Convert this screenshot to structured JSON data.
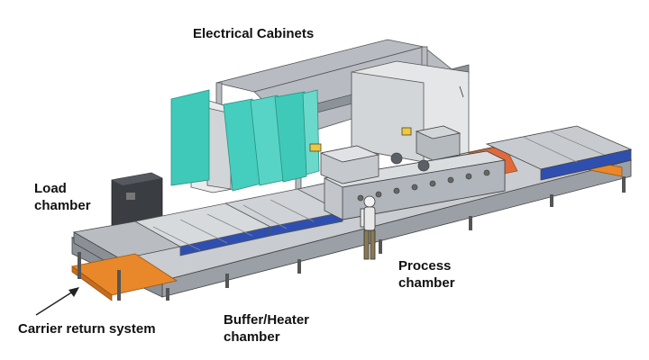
{
  "labels": {
    "electrical_cabinets": "Electrical Cabinets",
    "load_chamber_line1": "Load",
    "load_chamber_line2": "chamber",
    "process_chamber_line1": "Process",
    "process_chamber_line2": "chamber",
    "carrier_return_system": "Carrier return system",
    "buffer_heater_line1": "Buffer/Heater",
    "buffer_heater_line2": "chamber"
  },
  "colors": {
    "cabinet_teal": "#3fc9b8",
    "carrier_orange": "#e8882a",
    "belt_blue": "#2f4fb0",
    "frame_gray": "#9aa0a6",
    "panel_dark": "#3a3d42"
  }
}
